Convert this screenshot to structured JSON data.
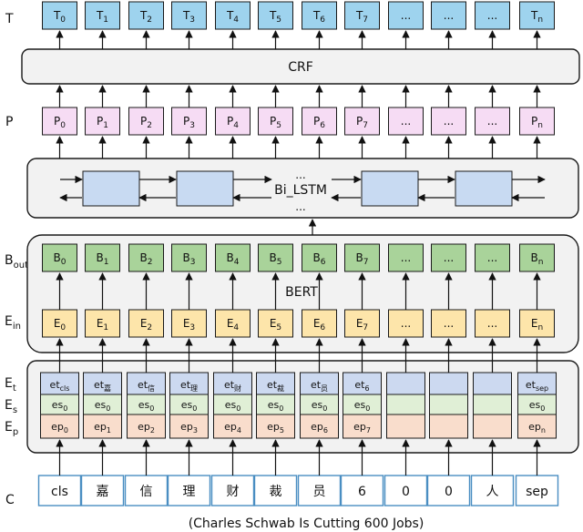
{
  "row_labels": {
    "T": "T",
    "P": "P",
    "B_out_main": "B",
    "B_out_sub": "out",
    "E_in_main": "E",
    "E_in_sub": "in",
    "E_t_main": "E",
    "E_t_sub": "t",
    "E_s_main": "E",
    "E_s_sub": "s",
    "E_p_main": "E",
    "E_p_sub": "p",
    "C": "C"
  },
  "crf_label": "CRF",
  "bilstm": {
    "label": "Bi_LSTM",
    "dots_top": "...",
    "dots_bottom": "..."
  },
  "bert_label": "BERT",
  "tags": [
    {
      "main": "T",
      "sub": "0"
    },
    {
      "main": "T",
      "sub": "1"
    },
    {
      "main": "T",
      "sub": "2"
    },
    {
      "main": "T",
      "sub": "3"
    },
    {
      "main": "T",
      "sub": "4"
    },
    {
      "main": "T",
      "sub": "5"
    },
    {
      "main": "T",
      "sub": "6"
    },
    {
      "main": "T",
      "sub": "7"
    },
    {
      "main": "...",
      "sub": ""
    },
    {
      "main": "...",
      "sub": ""
    },
    {
      "main": "...",
      "sub": ""
    },
    {
      "main": "T",
      "sub": "n"
    }
  ],
  "probs": [
    {
      "main": "P",
      "sub": "0"
    },
    {
      "main": "P",
      "sub": "1"
    },
    {
      "main": "P",
      "sub": "2"
    },
    {
      "main": "P",
      "sub": "3"
    },
    {
      "main": "P",
      "sub": "4"
    },
    {
      "main": "P",
      "sub": "5"
    },
    {
      "main": "P",
      "sub": "6"
    },
    {
      "main": "P",
      "sub": "7"
    },
    {
      "main": "...",
      "sub": ""
    },
    {
      "main": "...",
      "sub": ""
    },
    {
      "main": "...",
      "sub": ""
    },
    {
      "main": "P",
      "sub": "n"
    }
  ],
  "bert_out": [
    {
      "main": "B",
      "sub": "0"
    },
    {
      "main": "B",
      "sub": "1"
    },
    {
      "main": "B",
      "sub": "2"
    },
    {
      "main": "B",
      "sub": "3"
    },
    {
      "main": "B",
      "sub": "4"
    },
    {
      "main": "B",
      "sub": "5"
    },
    {
      "main": "B",
      "sub": "6"
    },
    {
      "main": "B",
      "sub": "7"
    },
    {
      "main": "...",
      "sub": ""
    },
    {
      "main": "...",
      "sub": ""
    },
    {
      "main": "...",
      "sub": ""
    },
    {
      "main": "B",
      "sub": "n"
    }
  ],
  "bert_in": [
    {
      "main": "E",
      "sub": "0"
    },
    {
      "main": "E",
      "sub": "1"
    },
    {
      "main": "E",
      "sub": "2"
    },
    {
      "main": "E",
      "sub": "3"
    },
    {
      "main": "E",
      "sub": "4"
    },
    {
      "main": "E",
      "sub": "5"
    },
    {
      "main": "E",
      "sub": "6"
    },
    {
      "main": "E",
      "sub": "7"
    },
    {
      "main": "...",
      "sub": ""
    },
    {
      "main": "...",
      "sub": ""
    },
    {
      "main": "...",
      "sub": ""
    },
    {
      "main": "E",
      "sub": "n"
    }
  ],
  "token_emb": [
    {
      "main": "et",
      "sub": "cls"
    },
    {
      "main": "et",
      "sub": "嘉"
    },
    {
      "main": "et",
      "sub": "信"
    },
    {
      "main": "et",
      "sub": "理"
    },
    {
      "main": "et",
      "sub": "财"
    },
    {
      "main": "et",
      "sub": "裁"
    },
    {
      "main": "et",
      "sub": "员"
    },
    {
      "main": "et",
      "sub": "6"
    },
    {
      "main": "",
      "sub": ""
    },
    {
      "main": "",
      "sub": ""
    },
    {
      "main": "",
      "sub": ""
    },
    {
      "main": "et",
      "sub": "sep"
    }
  ],
  "segment_emb": [
    {
      "main": "es",
      "sub": "0"
    },
    {
      "main": "es",
      "sub": "0"
    },
    {
      "main": "es",
      "sub": "0"
    },
    {
      "main": "es",
      "sub": "0"
    },
    {
      "main": "es",
      "sub": "0"
    },
    {
      "main": "es",
      "sub": "0"
    },
    {
      "main": "es",
      "sub": "0"
    },
    {
      "main": "es",
      "sub": "0"
    },
    {
      "main": "",
      "sub": ""
    },
    {
      "main": "",
      "sub": ""
    },
    {
      "main": "",
      "sub": ""
    },
    {
      "main": "es",
      "sub": "0"
    }
  ],
  "position_emb": [
    {
      "main": "ep",
      "sub": "0"
    },
    {
      "main": "ep",
      "sub": "1"
    },
    {
      "main": "ep",
      "sub": "2"
    },
    {
      "main": "ep",
      "sub": "3"
    },
    {
      "main": "ep",
      "sub": "4"
    },
    {
      "main": "ep",
      "sub": "5"
    },
    {
      "main": "ep",
      "sub": "6"
    },
    {
      "main": "ep",
      "sub": "7"
    },
    {
      "main": "",
      "sub": ""
    },
    {
      "main": "",
      "sub": ""
    },
    {
      "main": "",
      "sub": ""
    },
    {
      "main": "ep",
      "sub": "n"
    }
  ],
  "chars": [
    "cls",
    "嘉",
    "信",
    "理",
    "财",
    "裁",
    "员",
    "6",
    "0",
    "0",
    "人",
    "sep"
  ],
  "caption": "(Charles Schwab Is Cutting 600 Jobs)",
  "colors": {
    "tag_fill": "#9ed3ee",
    "prob_fill": "#f6dcf4",
    "bert_out_fill": "#a9d39a",
    "bert_in_fill": "#fde5aa",
    "lstm_cell_fill": "#c8daf2",
    "panel_fill": "#f2f2f2",
    "token_fill": "#ccd9f0",
    "segment_fill": "#e0efd6",
    "position_fill": "#f9ddcc",
    "stroke": "#1a1a1a"
  }
}
